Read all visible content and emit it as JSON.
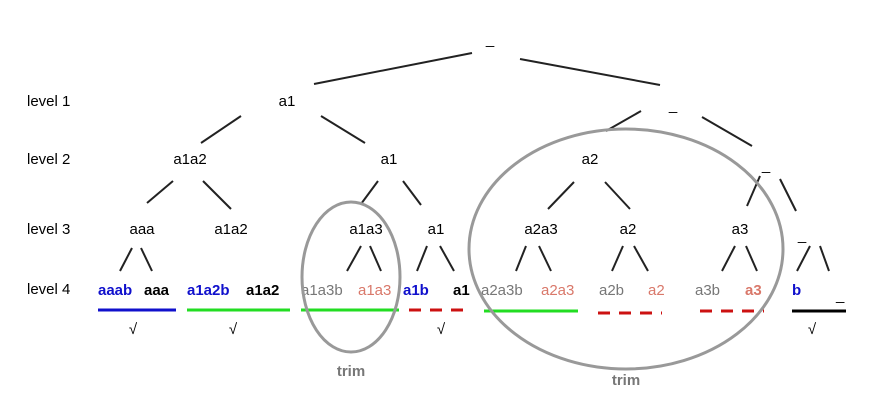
{
  "levels": [
    "level 1",
    "level 2",
    "level 3",
    "level 4"
  ],
  "root_label": "_",
  "level1": [
    "a1",
    "_"
  ],
  "level2": [
    "a1a2",
    "a1",
    "a2",
    "_"
  ],
  "level3": [
    "aaa",
    "a1a2",
    "a1a3",
    "a1",
    "a2a3",
    "a2",
    "a3",
    "_"
  ],
  "level4": [
    "aaab",
    "aaa",
    "a1a2b",
    "a1a2",
    "a1a3b",
    "a1a3",
    "a1b",
    "a1",
    "a2a3b",
    "a2a3",
    "a2b",
    "a2",
    "a3b",
    "a3",
    "b",
    "_"
  ],
  "checks": [
    "√",
    "√",
    "√",
    "√"
  ],
  "trim_labels": [
    "trim",
    "trim"
  ],
  "colors": {
    "blue": "#1010cc",
    "black": "#000000",
    "gray": "#777777",
    "salmon": "#d9786a",
    "green": "#22dd22",
    "red": "#cc1111",
    "circle": "#999999"
  }
}
